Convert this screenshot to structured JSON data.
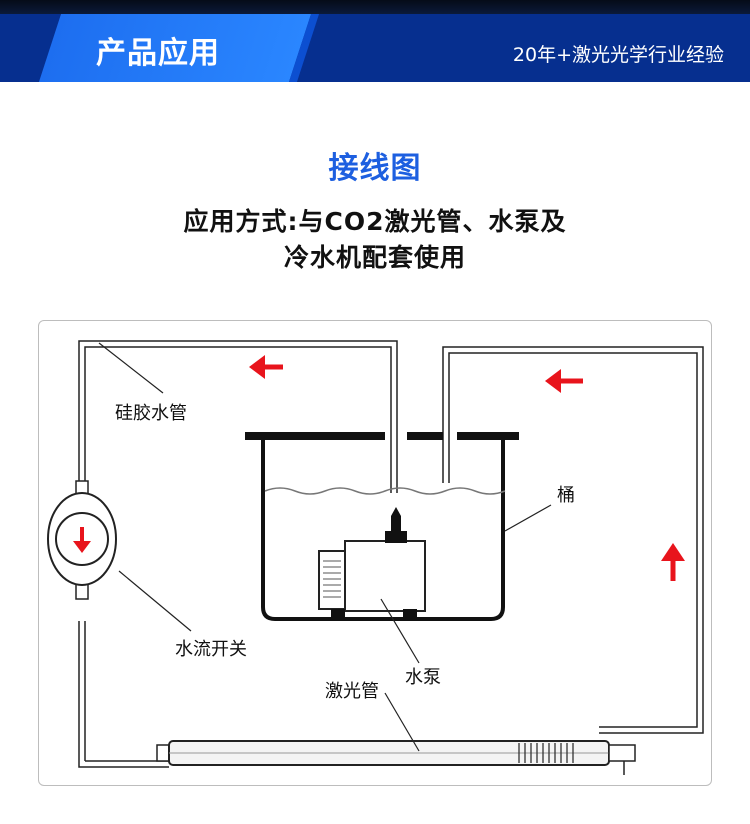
{
  "header": {
    "title": "产品应用",
    "slogan": "20年+激光光学行业经验"
  },
  "main": {
    "title": "接线图",
    "subtitle_line1": "应用方式:与CO2激光管、水泵及",
    "subtitle_line2": "冷水机配套使用"
  },
  "diagram": {
    "labels": {
      "silicone_tube": "硅胶水管",
      "bucket": "桶",
      "flow_switch": "水流开关",
      "water_pump": "水泵",
      "laser_tube": "激光管"
    },
    "colors": {
      "arrow": "#e8141c",
      "line": "#222222",
      "brand_blue": "#1d5fe0"
    },
    "icons": [
      "arrow-left-icon",
      "arrow-left-icon",
      "arrow-up-icon",
      "arrow-down-icon"
    ]
  }
}
